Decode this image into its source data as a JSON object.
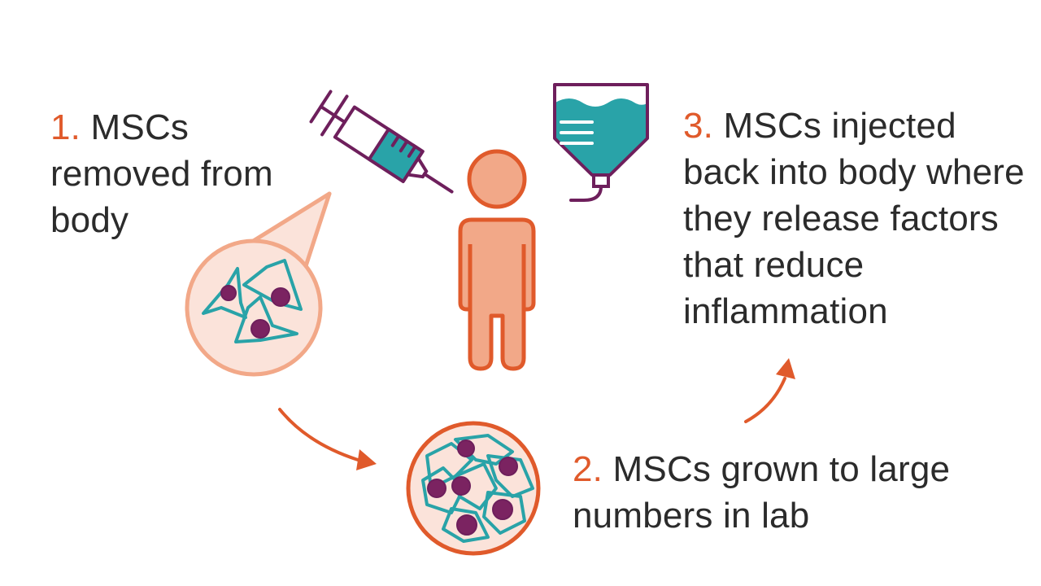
{
  "steps": [
    {
      "number": "1.",
      "text": "MSCs removed from body"
    },
    {
      "number": "2.",
      "text": "MSCs grown to large numbers in lab"
    },
    {
      "number": "3.",
      "text": "MSCs injected back into body where they release factors that reduce inflammation"
    }
  ],
  "colors": {
    "accent_orange": "#e05a2b",
    "person_fill": "#f2a888",
    "person_outline": "#e05a2b",
    "cell_teal": "#29a3a8",
    "nucleus_purple": "#7b2361",
    "outline_purple": "#6e1f5c",
    "dish_fill": "#fbe3da",
    "text_dark": "#2b2b2b"
  },
  "icons": [
    "syringe-icon",
    "iv-bag-icon",
    "person-icon",
    "cell-magnifier-icon",
    "petri-dish-icon",
    "arrow-icon"
  ]
}
